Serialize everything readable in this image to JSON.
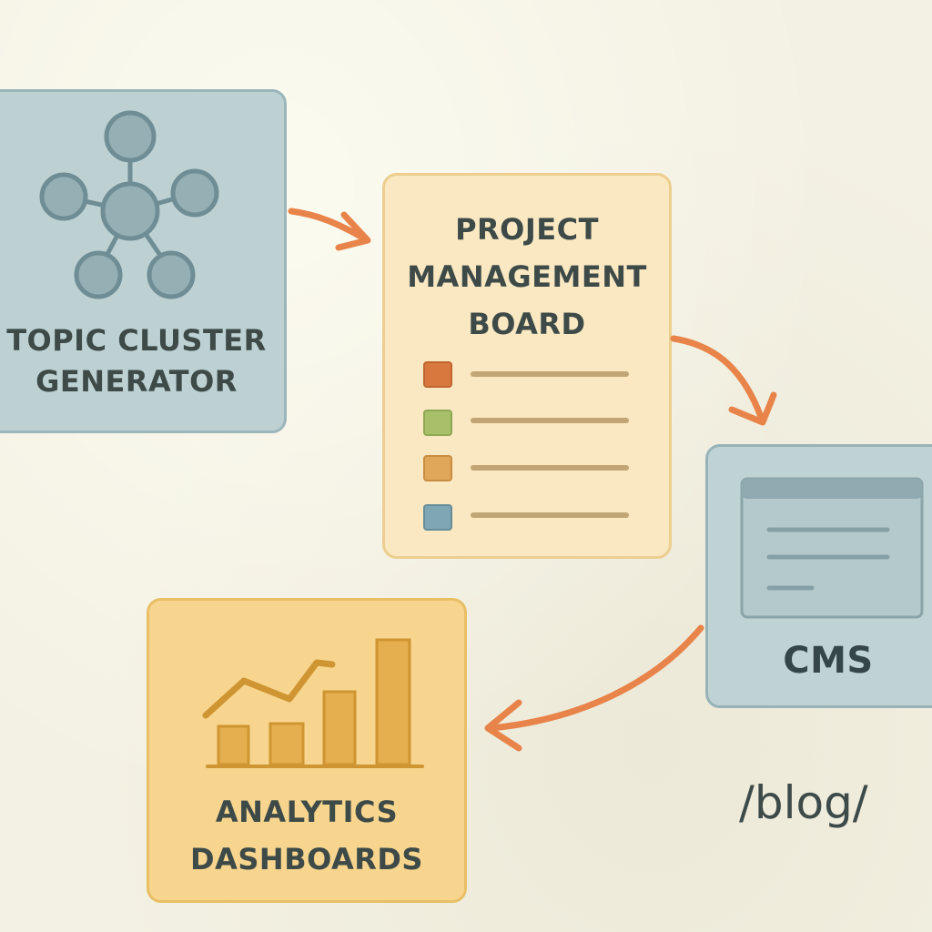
{
  "nodes": {
    "topic_cluster": {
      "line1": "TOPIC CLUSTER",
      "line2": "GENERATOR",
      "icon": "network-hub-icon"
    },
    "project_board": {
      "line1": "PROJECT",
      "line2": "MANAGEMENT",
      "line3": "BOARD",
      "icon": "checklist-icon"
    },
    "cms": {
      "label": "CMS",
      "icon": "browser-window-icon"
    },
    "analytics": {
      "line1": "ANALYTICS",
      "line2": "DASHBOARDS",
      "icon": "bar-line-chart-icon"
    }
  },
  "blog_path": "/blog/",
  "checklist_colors": [
    "#d9783e",
    "#a9c06a",
    "#e0a75b",
    "#7ea7b3"
  ],
  "colors": {
    "arrow": "#e8844a",
    "text": "#3d4a48",
    "topic_fill": "#bdd1d3",
    "board_fill": "#f9e8c2",
    "cms_fill": "#bfd3d5",
    "analytics_fill": "#f7d58e"
  }
}
